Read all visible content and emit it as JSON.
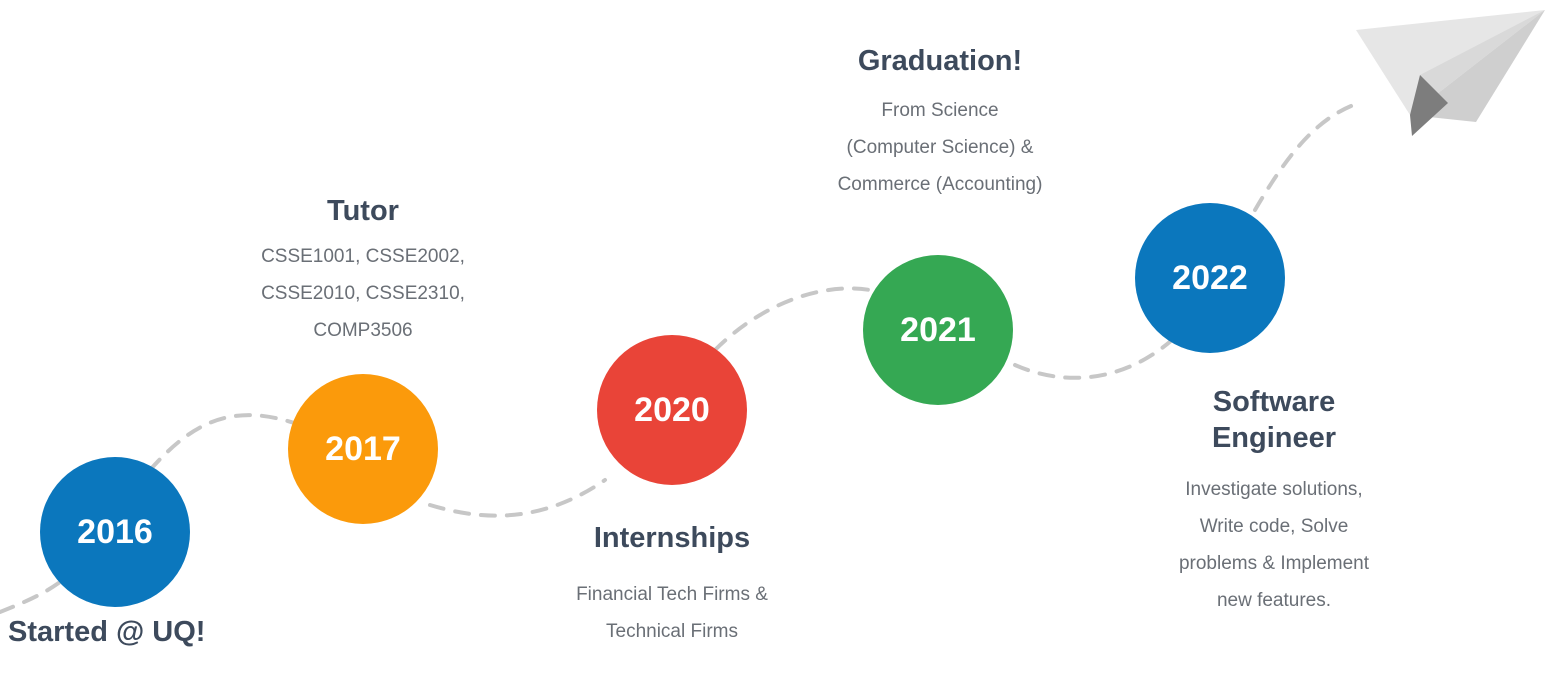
{
  "colors": {
    "blue": "#0b77bd",
    "orange": "#fb9a0b",
    "red": "#e94438",
    "green": "#35a853",
    "path": "#c7c7c7",
    "heading": "#3d4a5c",
    "text": "#6a6f76"
  },
  "milestones": [
    {
      "year": "2016",
      "color": "blue",
      "title": "Started @ UQ!",
      "lines": []
    },
    {
      "year": "2017",
      "color": "orange",
      "title": "Tutor",
      "lines": [
        "CSSE1001, CSSE2002,",
        "CSSE2010, CSSE2310,",
        "COMP3506"
      ]
    },
    {
      "year": "2020",
      "color": "red",
      "title": "Internships",
      "lines": [
        "Financial Tech Firms &",
        "Technical Firms"
      ]
    },
    {
      "year": "2021",
      "color": "green",
      "title": "Graduation!",
      "lines": [
        "From Science",
        "(Computer Science) &",
        "Commerce (Accounting)"
      ]
    },
    {
      "year": "2022",
      "color": "blue",
      "title_lines": [
        "Software",
        "Engineer"
      ],
      "lines": [
        "Investigate solutions,",
        "Write code, Solve",
        "problems & Implement",
        "new features."
      ]
    }
  ],
  "decoration": {
    "end_icon": "paper-plane-icon"
  }
}
